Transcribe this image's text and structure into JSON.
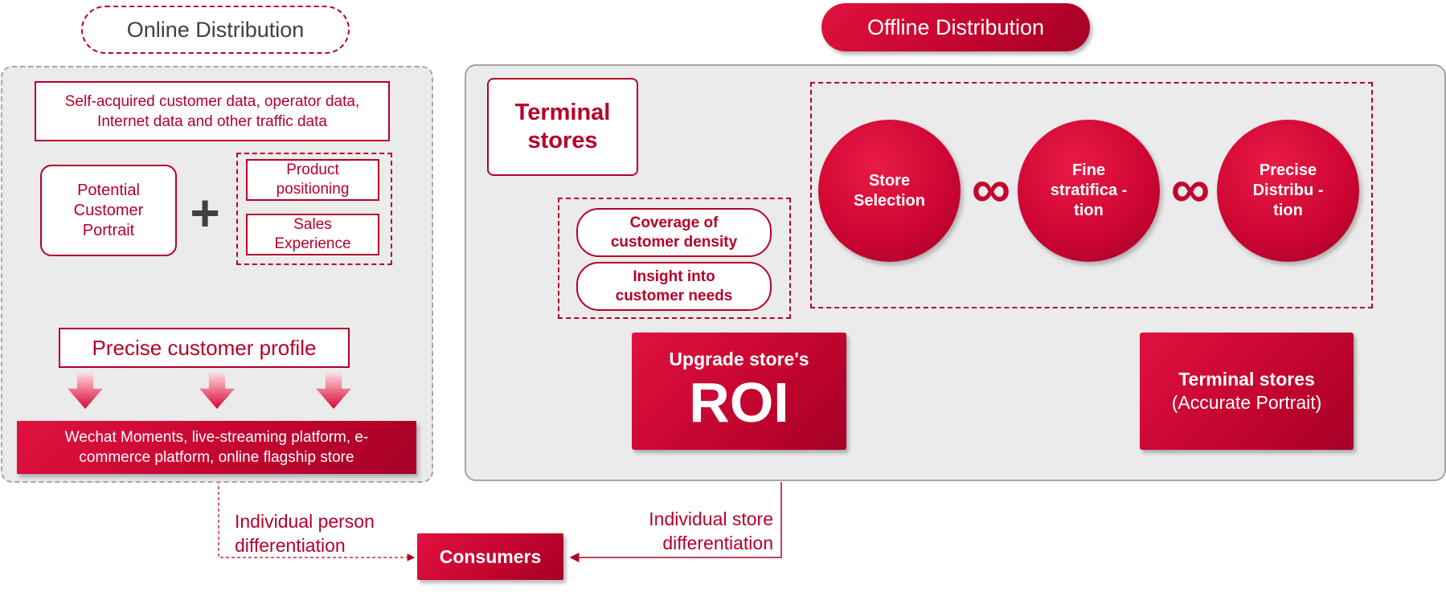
{
  "online": {
    "header": "Online Distribution",
    "data_sources": "Self-acquired customer data, operator data, Internet data and other traffic data",
    "potential_portrait": "Potential Customer Portrait",
    "plus": "+",
    "product_positioning": "Product positioning",
    "sales_experience": "Sales Experience",
    "precise_profile": "Precise customer profile",
    "channels": "Wechat Moments, live-streaming platform, e-commerce platform, online flagship store"
  },
  "offline": {
    "header": "Offline Distribution",
    "terminal_stores": "Terminal stores",
    "coverage": "Coverage of customer density",
    "insight": "Insight into customer needs",
    "steps": [
      {
        "label": "Store Selection"
      },
      {
        "label": "Fine stratifica -tion"
      },
      {
        "label": "Precise Distribu -tion"
      }
    ],
    "link_symbol": "∞",
    "upgrade_title": "Upgrade store's",
    "upgrade_big": "ROI",
    "terminal_accurate_title": "Terminal stores",
    "terminal_accurate_sub": "(Accurate Portrait)"
  },
  "bottom": {
    "person_diff": "Individual person differentiation",
    "store_diff": "Individual store differentiation",
    "consumers": "Consumers"
  },
  "colors": {
    "brand_red": "#b5002a",
    "panel_gray": "#ebebeb",
    "arrow_gray": "#404040"
  }
}
